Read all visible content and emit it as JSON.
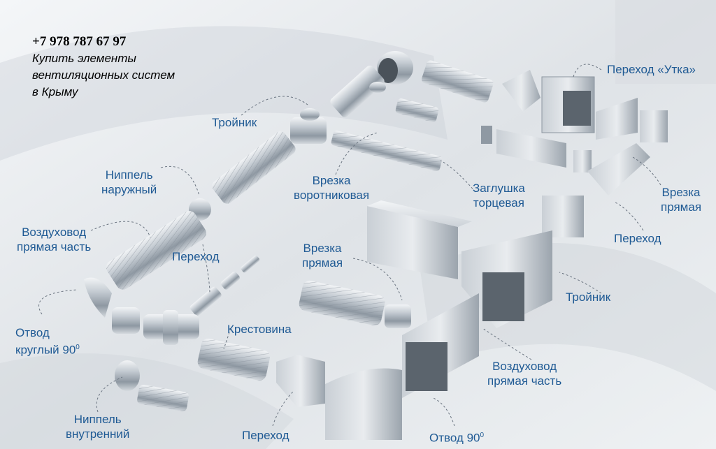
{
  "contact": {
    "phone": "+7 978 787 67 97",
    "line1": "Купить элементы",
    "line2": "вентиляционных систем",
    "line3": "в Крыму"
  },
  "labels": {
    "perehod_utka": "Переход «Утка»",
    "troynik_round": "Тройник",
    "nippel_nar_1": "Ниппель",
    "nippel_nar_2": "наружный",
    "vrezka_vorot_1": "Врезка",
    "vrezka_vorot_2": "воротниковая",
    "zaglushka_1": "Заглушка",
    "zaglushka_2": "торцевая",
    "vrezka_pryam_r_1": "Врезка",
    "vrezka_pryam_r_2": "прямая",
    "vozd_round_1": "Воздуховод",
    "vozd_round_2": "прямая часть",
    "perehod_round": "Переход",
    "vrezka_pryam_c_1": "Врезка",
    "vrezka_pryam_c_2": "прямая",
    "perehod_rect": "Переход",
    "troynik_rect": "Тройник",
    "otvod_round_1": "Отвод",
    "otvod_round_2": "круглый 90",
    "otvod_round_sup": "0",
    "krestovina": "Крестовина",
    "vozd_rect_1": "Воздуховод",
    "vozd_rect_2": "прямая часть",
    "nippel_vn_1": "Ниппель",
    "nippel_vn_2": "внутренний",
    "perehod_bottom": "Переход",
    "otvod_rect": "Отвод 90",
    "otvod_rect_sup": "0"
  },
  "colors": {
    "label": "#1f5a94",
    "metal_light": "#e6eaee",
    "metal_mid": "#b9c1c9",
    "metal_dark": "#7e8892"
  }
}
